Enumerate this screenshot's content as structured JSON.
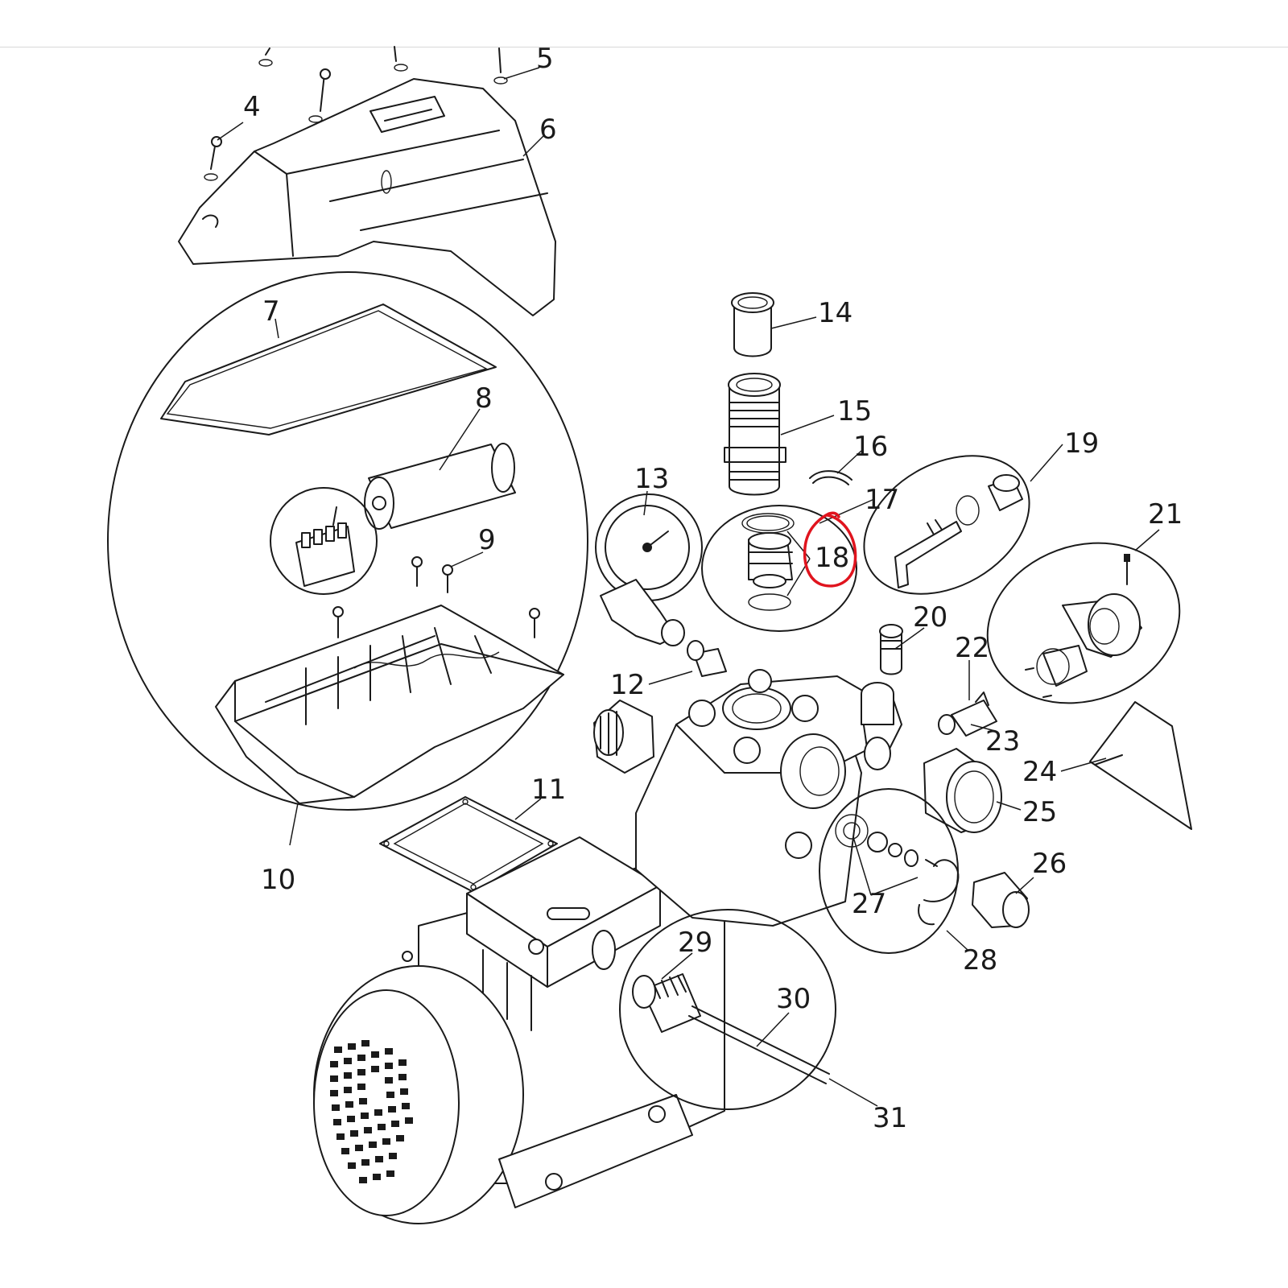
{
  "diagram": {
    "callouts": [
      "4",
      "5",
      "6",
      "7",
      "8",
      "9",
      "10",
      "11",
      "12",
      "13",
      "14",
      "15",
      "16",
      "17",
      "18",
      "19",
      "20",
      "21",
      "22",
      "23",
      "24",
      "25",
      "26",
      "27",
      "28",
      "29",
      "30",
      "31"
    ],
    "highlighted_callout": "18",
    "highlight_color": "#e0141e",
    "line_color": "#1a1a1a"
  }
}
